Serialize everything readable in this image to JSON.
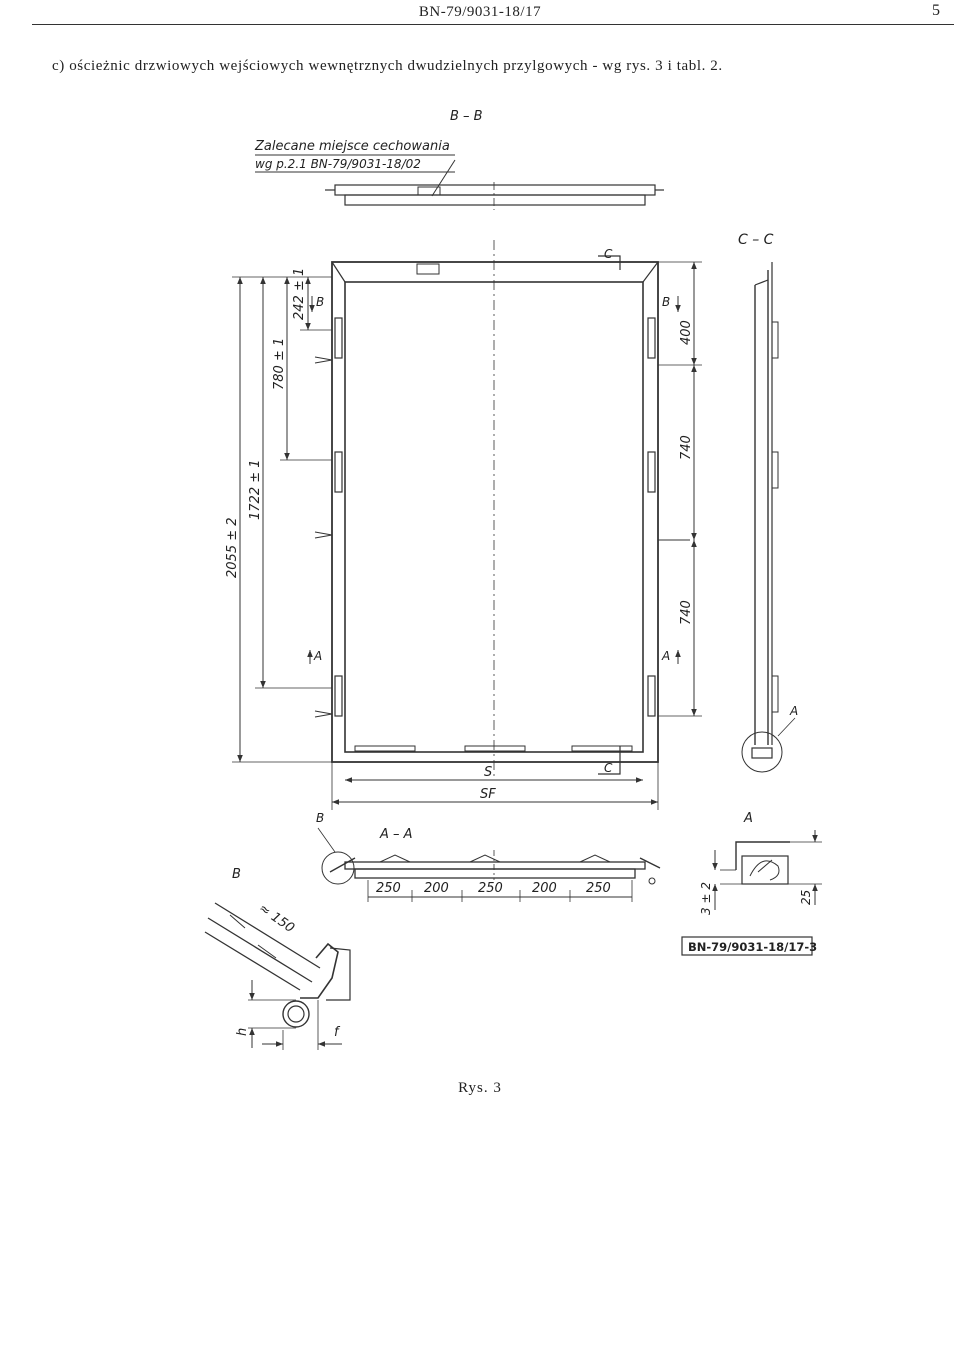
{
  "header": {
    "doc_code": "BN-79/9031-18/17",
    "page_number": "5"
  },
  "intro_text": "c) ościeżnic drzwiowych wejściowych wewnętrznych dwudzielnych przylgowych - wg rys. 3 i tabl. 2.",
  "drawing": {
    "section_bb": "B – B",
    "section_cc": "C – C",
    "section_aa": "A – A",
    "note_line1": "Zalecane miejsce cechowania",
    "note_line2": "wg p.2.1 BN-79/9031-18/02",
    "dims": {
      "d2055": "2055 ± 2",
      "d1722": "1722 ± 1",
      "d780": "780 ± 1",
      "d242": "242 ± 1",
      "d400": "400",
      "d740a": "740",
      "d740b": "740",
      "s": "S",
      "sf": "SF",
      "b250a": "250",
      "b200a": "200",
      "b250b": "250",
      "b200b": "200",
      "b250c": "250",
      "d3": "3 ± 2",
      "d25": "25",
      "h": "h",
      "f": "f",
      "approx150": "≈ 150"
    },
    "markers": {
      "b_top_left": "B",
      "b_top_right": "B",
      "a_left": "A",
      "a_right": "A",
      "c_top": "C",
      "c_bottom": "C",
      "a_detail_callout": "A",
      "b_detail_callout": "B",
      "b_big": "B",
      "a_detail_title": "A"
    },
    "stamp": "BN-79/9031-18/17-3"
  },
  "caption": "Rys. 3"
}
